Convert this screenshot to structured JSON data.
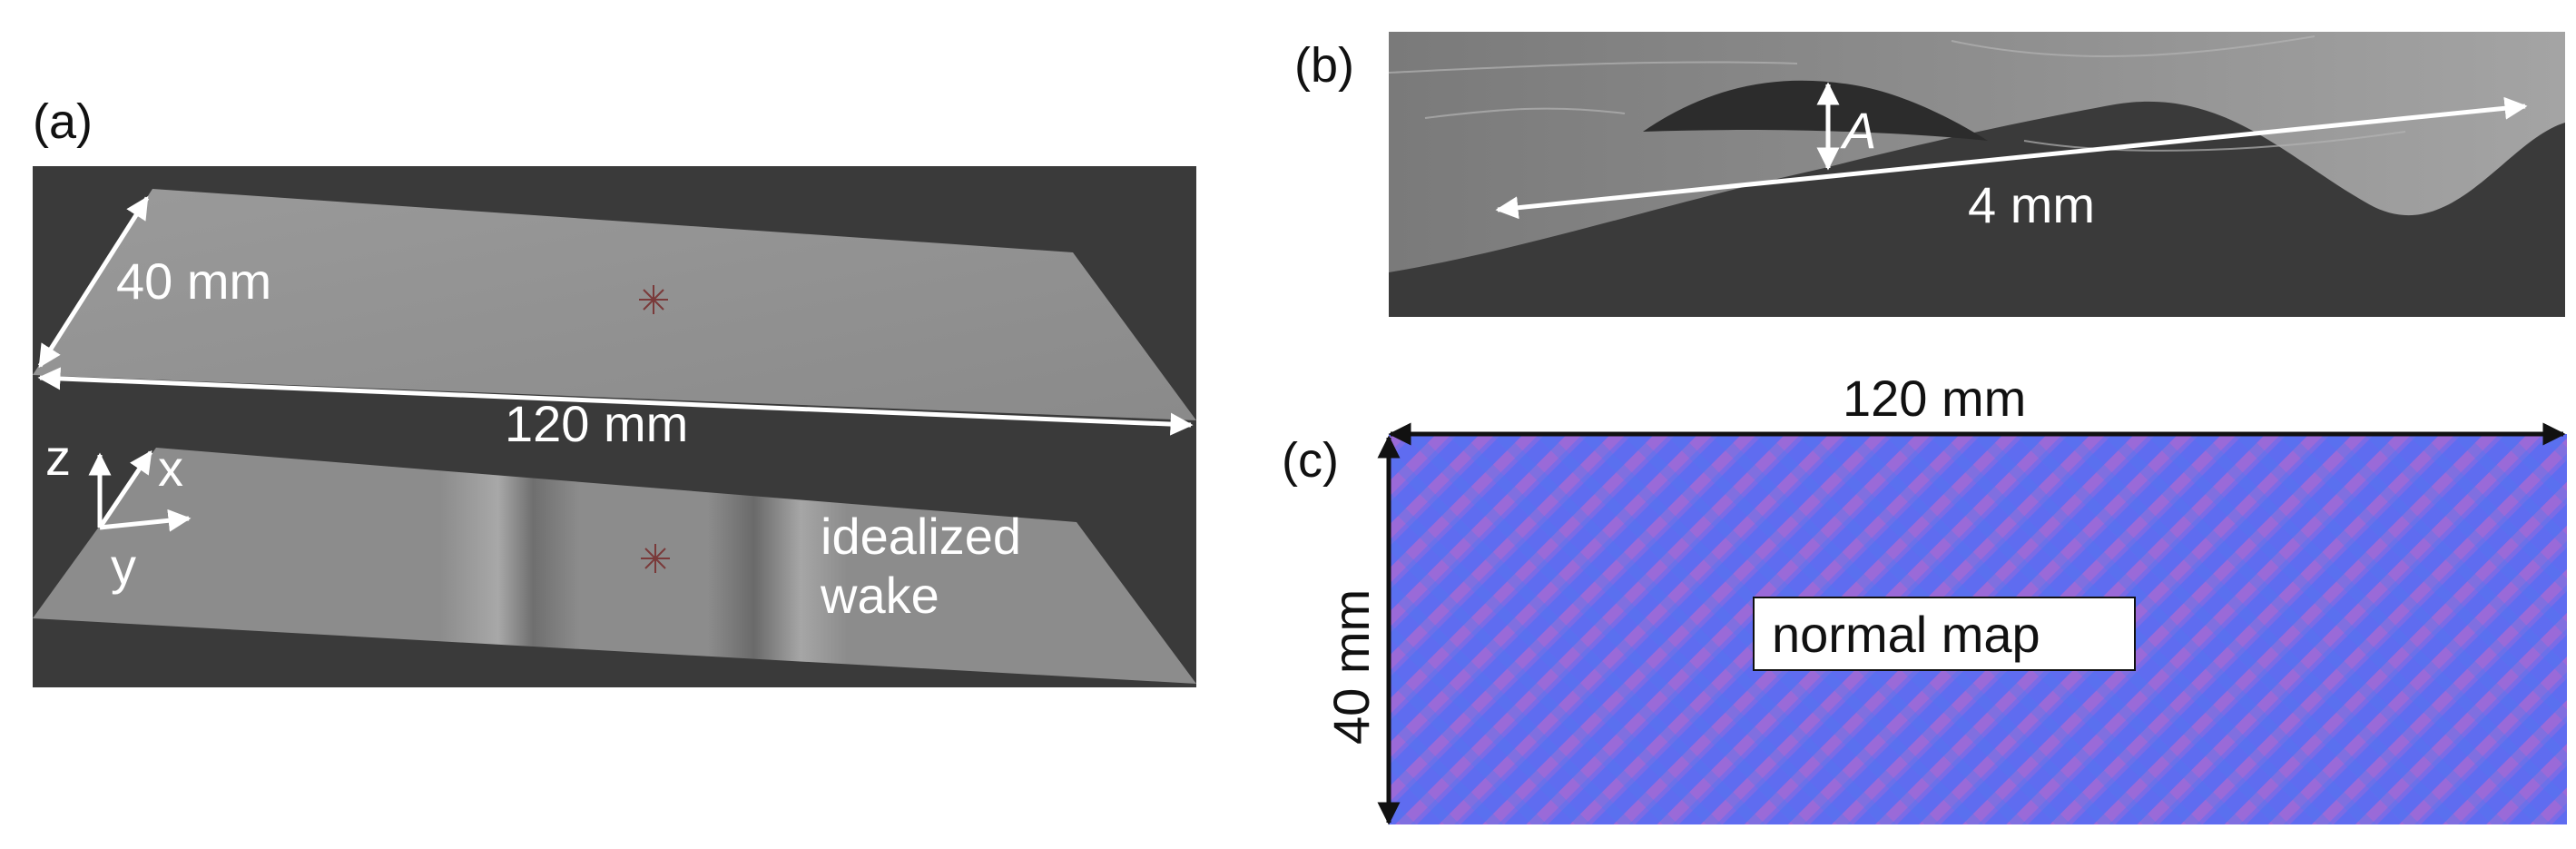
{
  "panels": {
    "a": {
      "label": "(a)",
      "width_dim": "40 mm",
      "length_dim": "120 mm",
      "axes": {
        "z": "z",
        "x": "x",
        "y": "y"
      },
      "lower_plate_label_line1": "idealized",
      "lower_plate_label_line2": "wake"
    },
    "b": {
      "label": "(b)",
      "amplitude_symbol": "A",
      "wavelength_dim": "4 mm"
    },
    "c": {
      "label": "(c)",
      "length_dim": "120 mm",
      "width_dim": "40 mm",
      "map_label": "normal map"
    }
  },
  "colors": {
    "background_dark": "#3a3a3a",
    "plate_gray": "#8e8e8e",
    "normal_map_blue": "#5f6cf0",
    "normal_map_purple": "#9a6ad8"
  }
}
